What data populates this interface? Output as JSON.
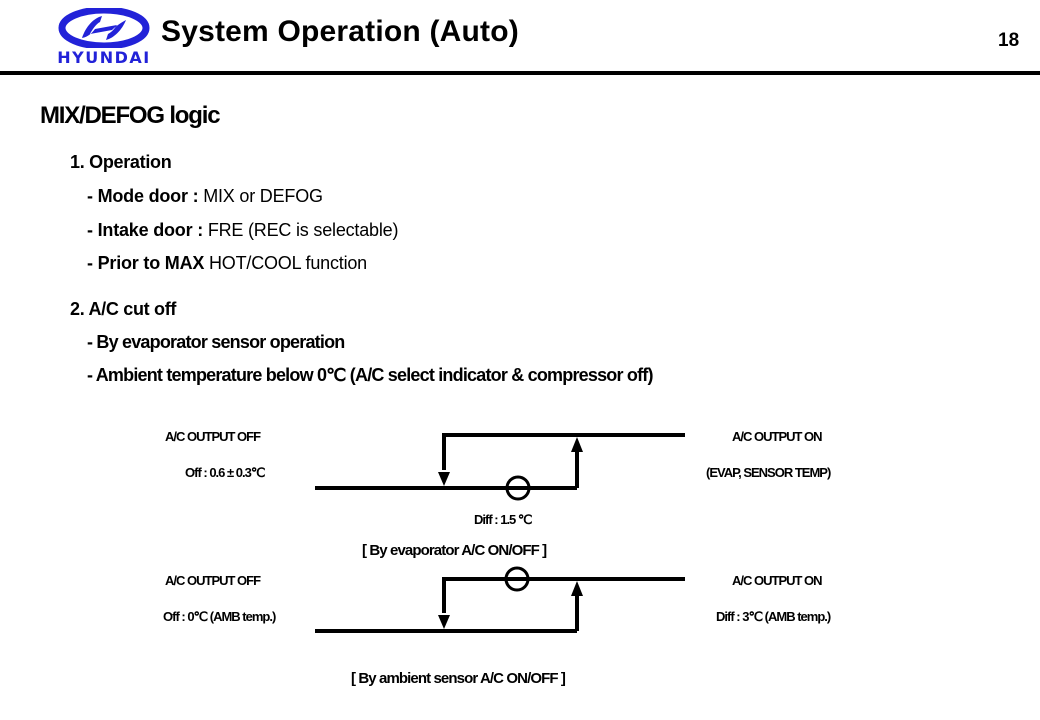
{
  "header": {
    "logo_text": "HYUNDAI",
    "brand_color": "#2222d8",
    "title": "System Operation  (Auto)",
    "page_number": "18"
  },
  "section": {
    "title": "MIX/DEFOG logic",
    "operation": {
      "heading": "1. Operation",
      "items": [
        {
          "prefix": "- Mode door : ",
          "value": "MIX or DEFOG"
        },
        {
          "prefix": "- Intake door : ",
          "value": "FRE (REC is selectable)"
        },
        {
          "prefix": "- Prior to MAX ",
          "value": "HOT/COOL  function"
        }
      ]
    },
    "ac_cut_off": {
      "heading": "2. A/C cut off",
      "items": [
        "- By evaporator sensor operation",
        "- Ambient temperature below 0℃ (A/C select indicator & compressor off)"
      ]
    }
  },
  "diagrams": [
    {
      "off_label": "A/C OUTPUT OFF",
      "off_value": "Off : 0.6 ± 0.3℃",
      "on_label": "A/C OUTPUT ON",
      "on_value": "(EVAP,  SENSOR TEMP)",
      "diff_label": "Diff : 1.5 ℃",
      "caption": "[ By evaporator A/C ON/OFF ]",
      "marker_on": "lower"
    },
    {
      "off_label": "A/C OUTPUT OFF",
      "off_value": "Off : 0℃ (AMB temp.)",
      "on_label": "A/C OUTPUT ON",
      "on_value": "Diff : 3℃ (AMB temp.)",
      "caption": "[ By ambient sensor A/C ON/OFF ]",
      "marker_on": "upper"
    }
  ]
}
